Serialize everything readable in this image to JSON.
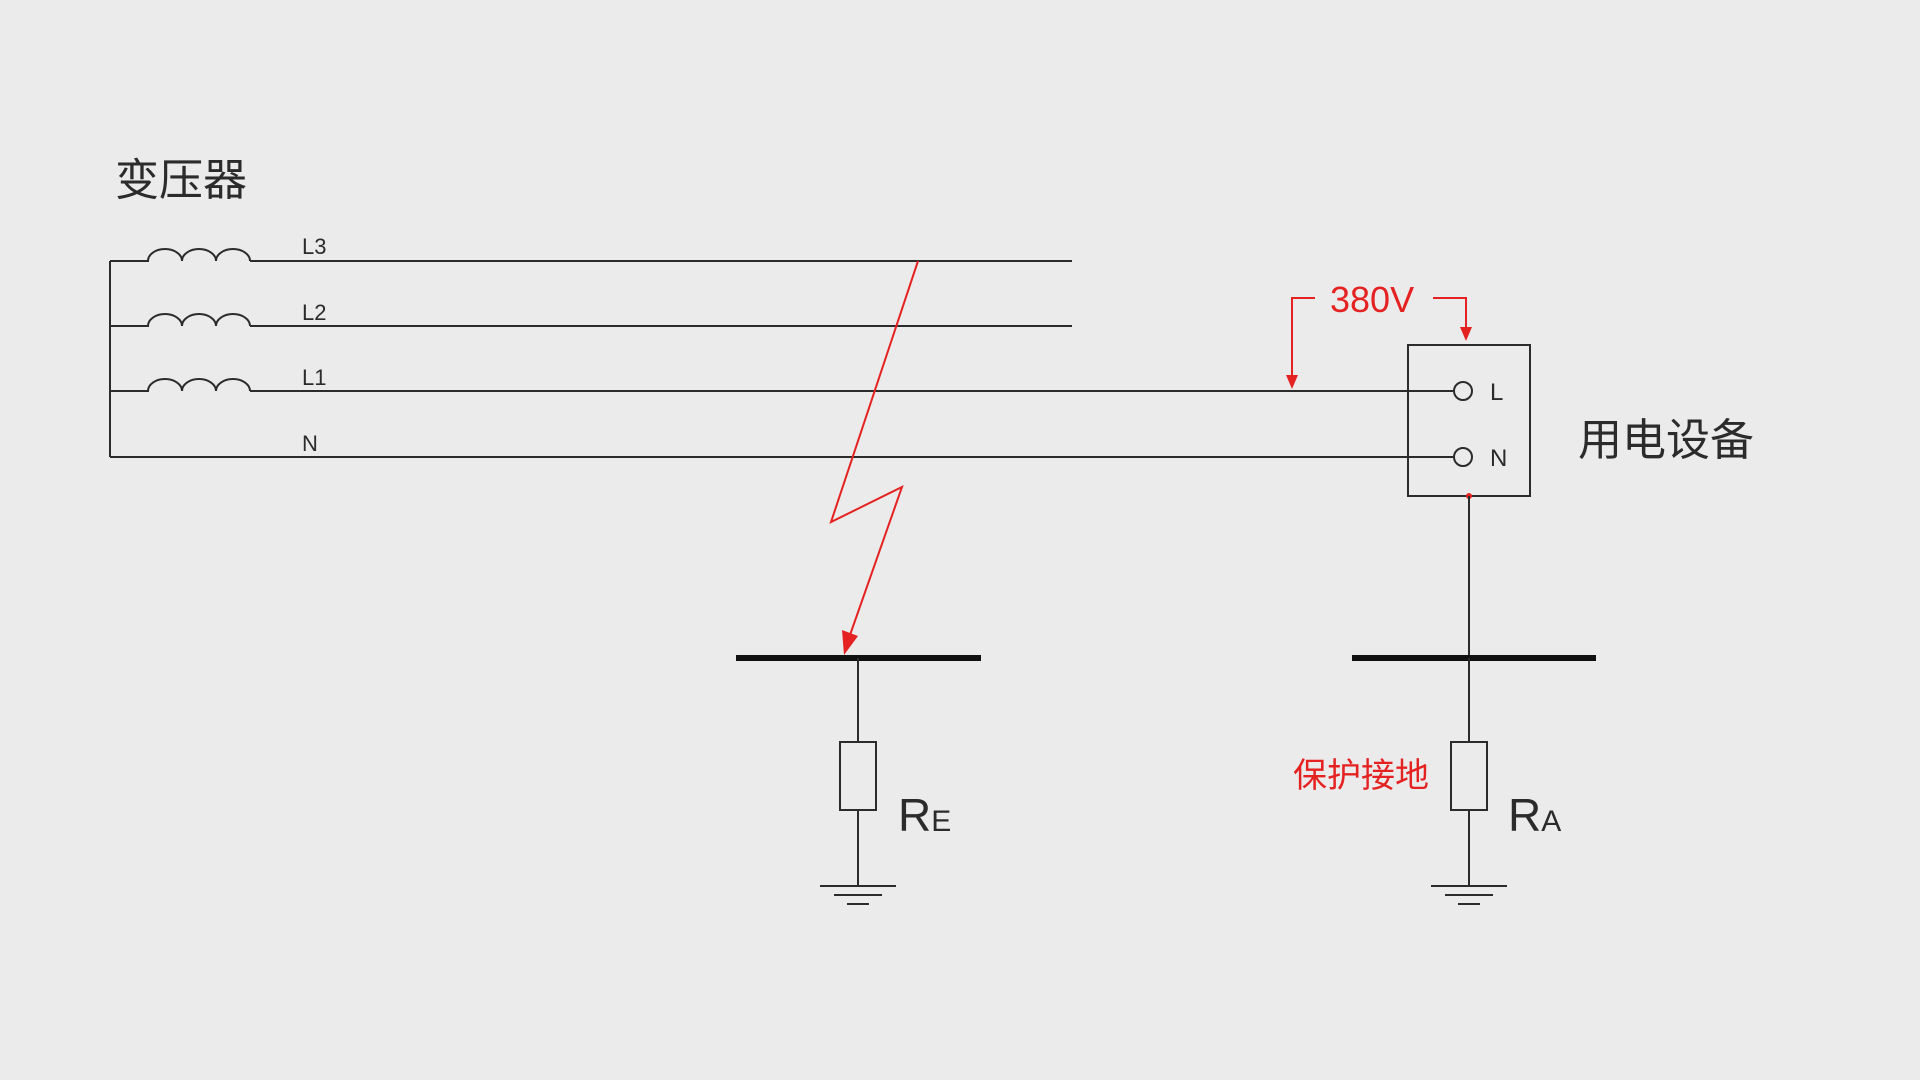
{
  "title": "变压器",
  "phases": [
    "L3",
    "L2",
    "L1",
    "N"
  ],
  "voltage": "380V",
  "device": {
    "label": "用电设备",
    "terminal_l": "L",
    "terminal_n": "N"
  },
  "ground_left": {
    "resistor": "R",
    "subscript": "E"
  },
  "ground_right": {
    "resistor": "R",
    "subscript": "A",
    "note": "保护接地"
  },
  "colors": {
    "background": "#ebebeb",
    "wire": "#2b2b2b",
    "accent": "#e52222"
  }
}
